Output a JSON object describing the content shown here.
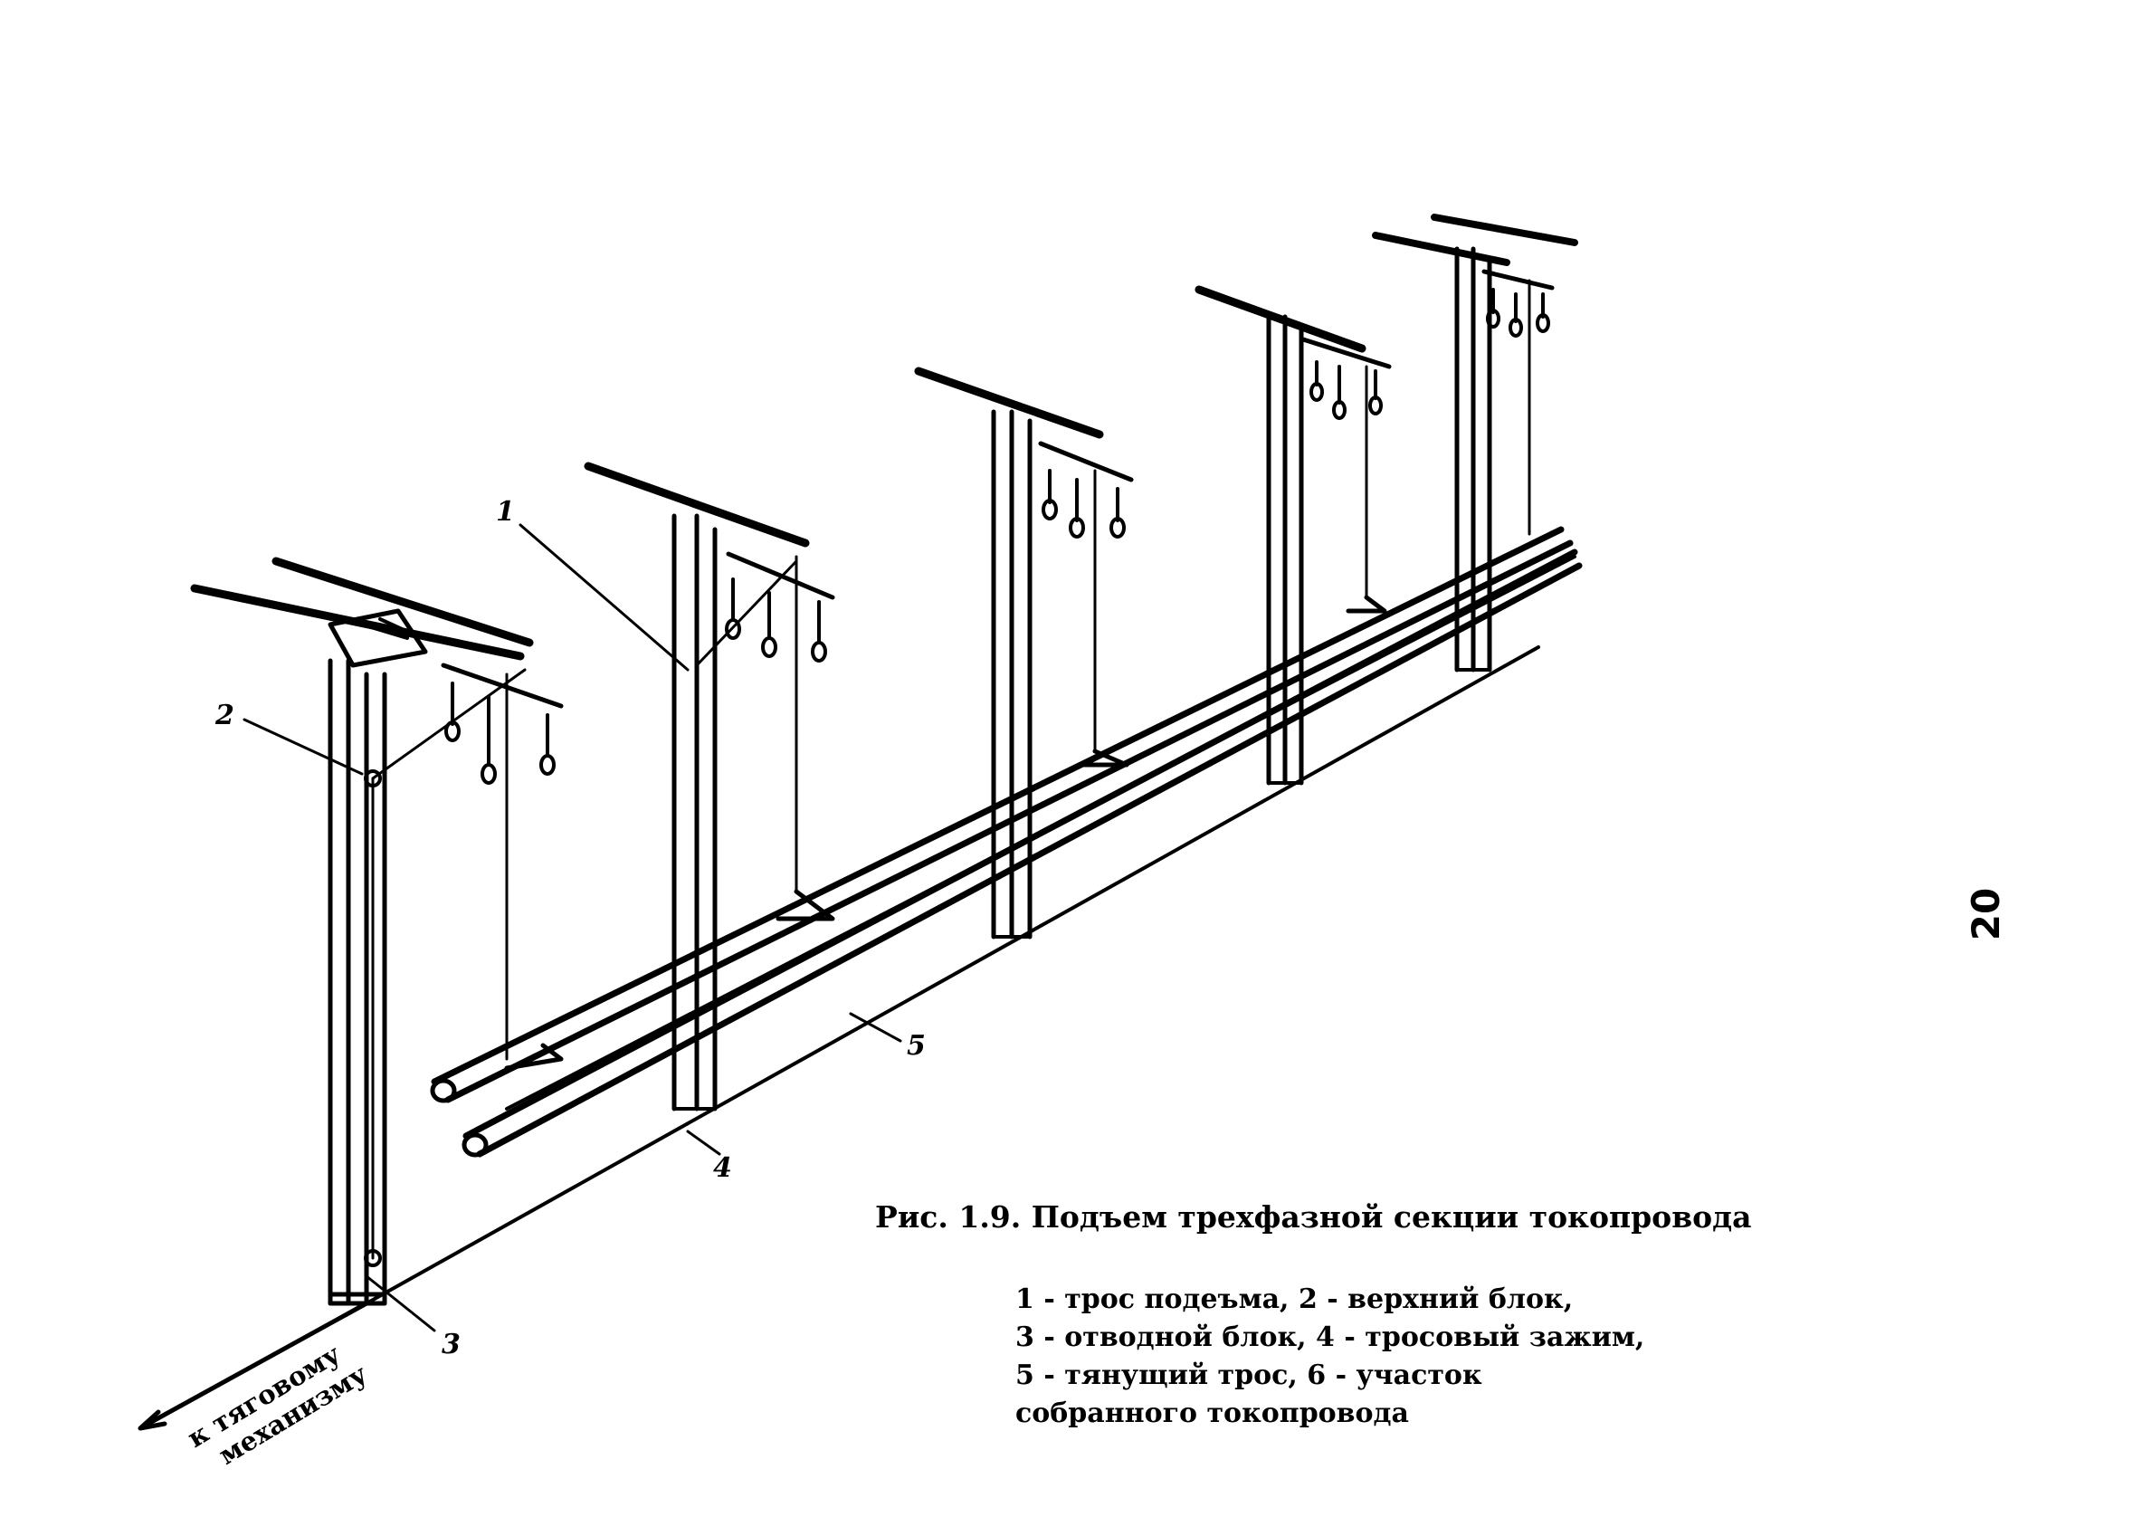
{
  "figure": {
    "caption": "Рис. 1.9. Подъем трехфазной секции токопровода",
    "legend_lines": [
      "1 - трос подеъма, 2 - верхний блок,",
      "3 - отводной блок, 4 - тросовый зажим,",
      "5 - тянущий трос, 6 - участок",
      "собранного токопровода"
    ],
    "callouts": [
      "1",
      "2",
      "3",
      "4",
      "5"
    ],
    "direction_label": [
      "к тяговому",
      "механизму"
    ],
    "page_number": "20"
  }
}
